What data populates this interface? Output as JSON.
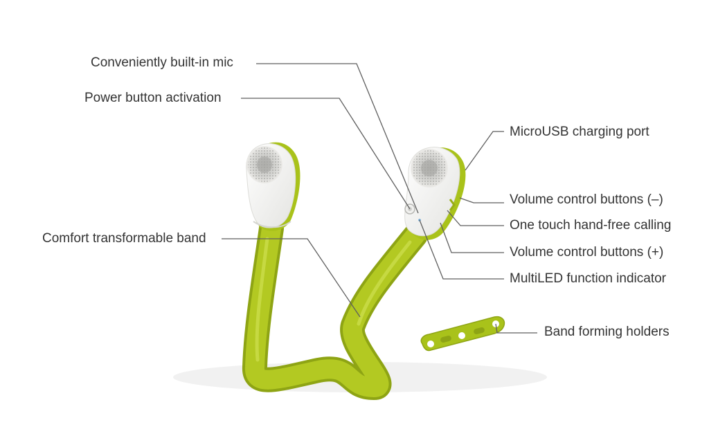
{
  "labels": {
    "built_in_mic": "Conveniently built-in mic",
    "power_button": "Power button activation",
    "comfort_band": "Comfort transformable band",
    "microusb_port": "MicroUSB charging port",
    "volume_minus": "Volume control buttons (–)",
    "one_touch_calling": "One touch hand-free calling",
    "volume_plus": "Volume control buttons (+)",
    "multiled_indicator": "MultiLED function indicator",
    "band_holders": "Band forming holders"
  },
  "colors": {
    "band": "#a9c21a",
    "band_dark": "#7f9410",
    "earpiece_body": "#f4f4f2",
    "speaker_grille": "#c9c9c6",
    "leader_line": "#5e5e5e",
    "label_text": "#333333"
  }
}
